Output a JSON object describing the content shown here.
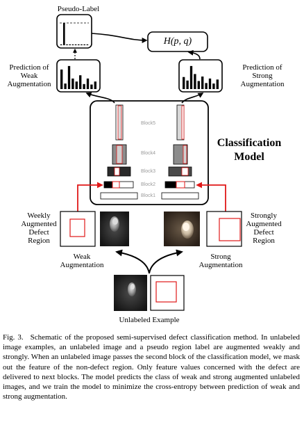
{
  "labels": {
    "pseudo_label": "Pseudo-Label",
    "loss": "H(p, q)",
    "pred_weak": [
      "Prediction of",
      "Weak",
      "Augmentation"
    ],
    "pred_strong": [
      "Prediction of",
      "Strong",
      "Augmentation"
    ],
    "model_title": [
      "Classification",
      "Model"
    ],
    "blocks": [
      "Block5",
      "Block4",
      "Block3",
      "Block2",
      "Block1"
    ],
    "weak_region": [
      "Weekly",
      "Augmented",
      "Defect",
      "Region"
    ],
    "strong_region": [
      "Strongly",
      "Augmented",
      "Defect",
      "Region"
    ],
    "weak_aug": [
      "Weak",
      "Augmentation"
    ],
    "strong_aug": [
      "Strong",
      "Augmentation"
    ],
    "unlabeled": "Unlabeled Example"
  },
  "histograms": {
    "pseudo": [
      0.0,
      1.0,
      0.0,
      0.0,
      0.0,
      0.0,
      0.0,
      0.0,
      0.0,
      0.0
    ],
    "weak": [
      0.78,
      0.22,
      0.92,
      0.42,
      0.3,
      0.55,
      0.2,
      0.42,
      0.18,
      0.3
    ],
    "strong": [
      0.48,
      0.34,
      0.92,
      0.6,
      0.32,
      0.5,
      0.24,
      0.42,
      0.22,
      0.38
    ]
  },
  "colors": {
    "accent": "#e01818",
    "ink": "#000000",
    "block_grey": "#8c8c8c",
    "block_dark": "#2a2a2a"
  },
  "caption": {
    "fig": "Fig. 3.",
    "text": "Schematic of the proposed semi-supervised defect classification method. In unlabeled image examples, an unlabeled image and a pseudo region label are augmented weakly and strongly. When an unlabeled image passes the second block of the classification model, we mask out the feature of the non-defect region. Only feature values concerned with the defect are delivered to next blocks. The model predicts the class of weak and strong augmented unlabeled images, and we train the model to minimize the cross-entropy between prediction of weak and strong augmentation."
  }
}
